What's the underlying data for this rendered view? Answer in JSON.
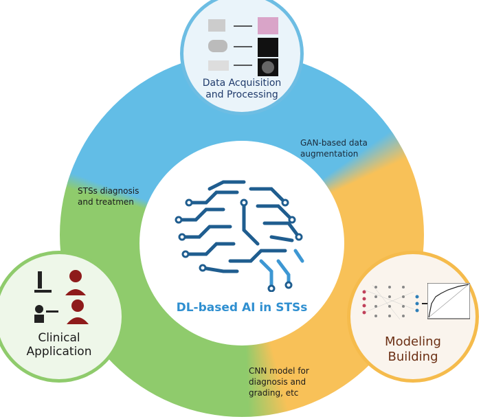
{
  "center": {
    "label": "DL-based AI in STSs",
    "icon": "circuit-brain-icon"
  },
  "nodes": {
    "data": {
      "title_line1": "Data Acquisition",
      "title_line2": "and Processing"
    },
    "clinical": {
      "title_line1": "Clinical",
      "title_line2": "Application"
    },
    "modeling": {
      "title_line1": "Modeling",
      "title_line2": "Building"
    }
  },
  "transitions": {
    "gan": {
      "line1": "GAN-based data",
      "line2": "augmentation"
    },
    "cnn": {
      "line1": "CNN model for",
      "line2": "diagnosis and",
      "line3": "grading, etc"
    },
    "sts": {
      "line1": "STSs diagnosis",
      "line2": "and treatmen"
    }
  },
  "colors": {
    "blue": "#62bde6",
    "orange": "#f8c158",
    "green": "#8fcb6c",
    "center_text": "#2f8fd0",
    "data_title": "#1f3a6b",
    "modeling_title": "#6b2f14",
    "clinical_title": "#1a1a1a"
  }
}
